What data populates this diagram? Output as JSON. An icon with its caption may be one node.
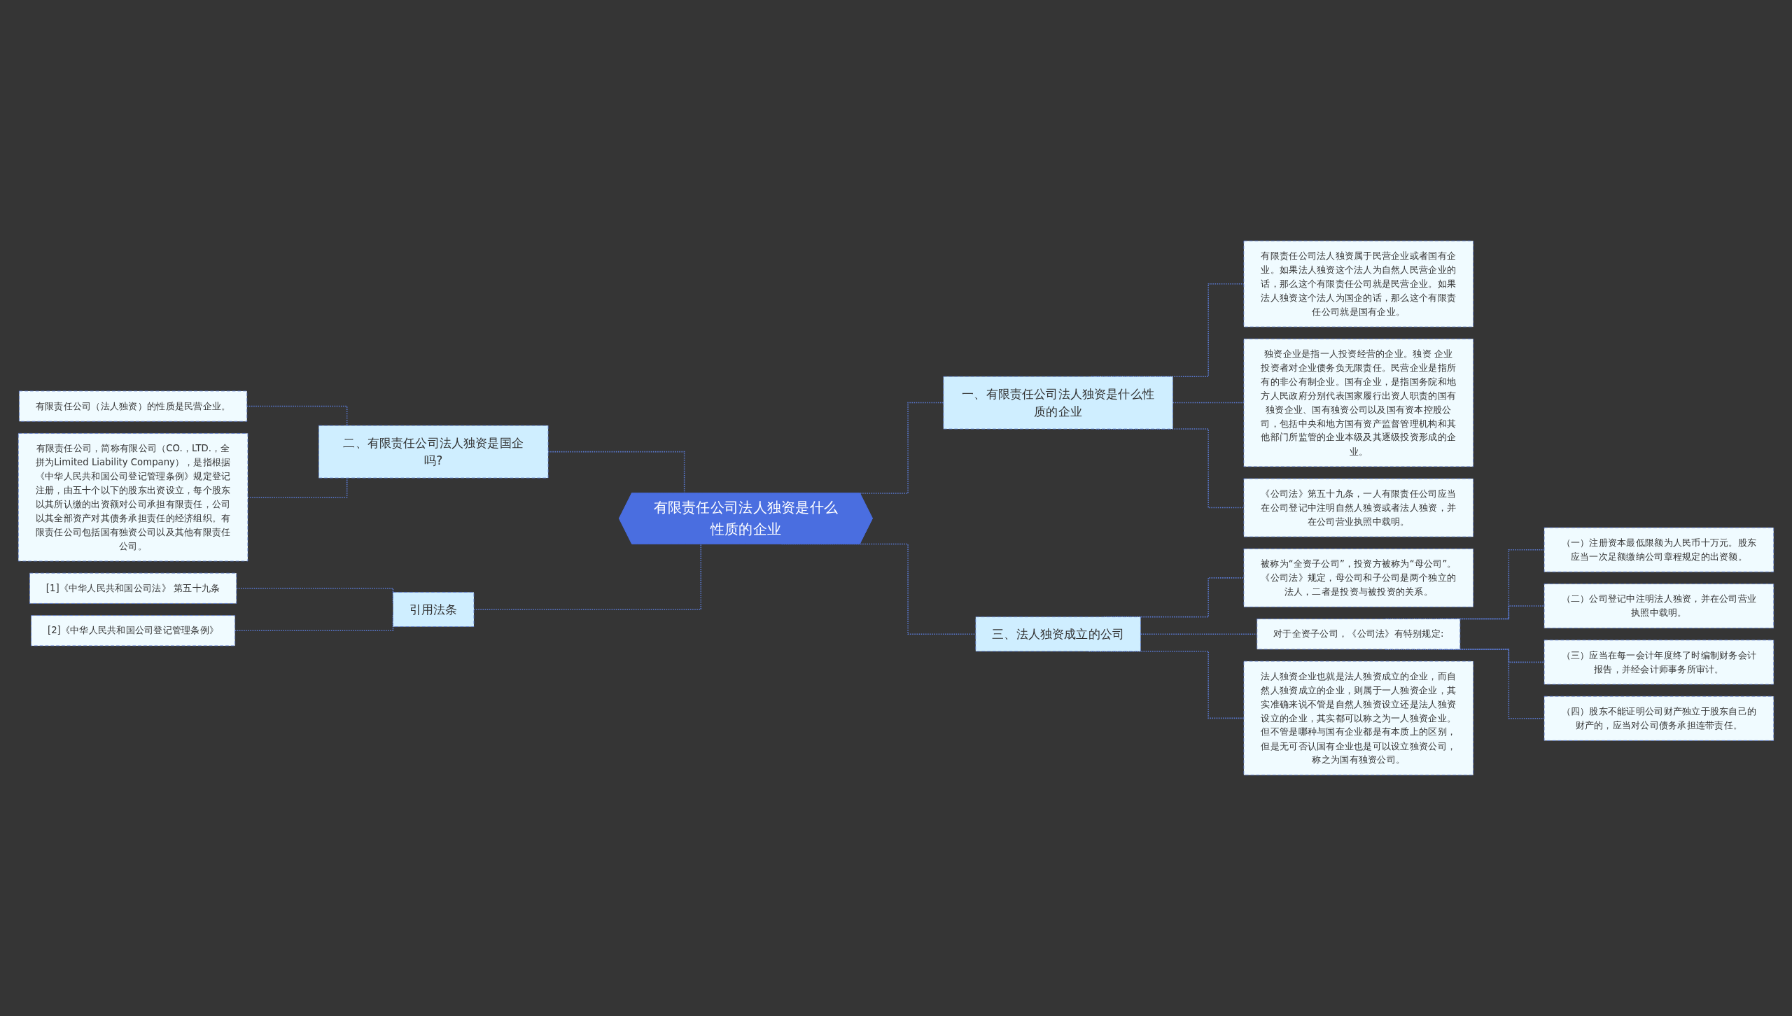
{
  "diagram": {
    "nodes": [
      {
        "text": [
          "有限责任公司法人独资是什么性质的企业"
        ]
      },
      {
        "text": [
          "一、有限责任公司法人独资是什么性质的企业"
        ]
      },
      {
        "text": [
          "有限责任公司法人独资属于民营企业或者国有企业。如果法人独资这个法人为自然人民营企业的话，那么这个有限责任公司就是民营企业。如果法人独资这个法人为国企的话，那么这个有限责任公司就是国有企业。"
        ]
      },
      {
        "text": [
          "独资企业是指一人投资经营的企业。独资 企业投资者对企业债务负无限责任。民营企业是指所有的非公有制企业。国有企业，是指国务院和地方人民政府分别代表国家履行出资人职责的国有独资企业、国有独资公司以及国有资本控股公司，包括中央和地方国有资产监督管理机构和其他部门所监管的企业本级及其逐级投资形成的企业。"
        ]
      },
      {
        "text": [
          "《公司法》第五十九条，一人有限责任公司应当在公司登记中注明自然人独资或者法人独资，并在公司营业执照中载明。"
        ]
      },
      {
        "text": [
          "二、有限责任公司法人独资是国企吗?"
        ]
      },
      {
        "text": [
          "有限责任公司（法人独资）的性质是民营企业。"
        ]
      },
      {
        "text": [
          "有限责任公司，简称有限公司（CO.，LTD.，全拼为Limited Liability Company），是指根据《中华人民共和国公司登记管理条例》规定登记注册，由五十个以下的股东出资设立，每个股东以其所认缴的出资额对公司承担有限责任，公司以其全部资产对其债务承担责任的经济组织。有限责任公司包括国有独资公司以及其他有限责任公司。"
        ]
      },
      {
        "text": [
          "三、法人独资成立的公司"
        ]
      },
      {
        "text": [
          "被称为“全资子公司”，投资方被称为“母公司”。《公司法》规定，母公司和子公司是两个独立的法人，二者是投资与被投资的关系。"
        ]
      },
      {
        "text": [
          "对于全资子公司，《公司法》有特别规定:"
        ]
      },
      {
        "text": [
          "（一）注册资本最低限额为人民币十万元。股东应当一次足额缴纳公司章程规定的出资额。"
        ]
      },
      {
        "text": [
          "（二）公司登记中注明法人独资，并在公司营业执照中载明。"
        ]
      },
      {
        "text": [
          "（三）应当在每一会计年度终了时编制财务会计报告，并经会计师事务所审计。"
        ]
      },
      {
        "text": [
          "（四）股东不能证明公司财产独立于股东自己的财产的，应当对公司债务承担连带责任。"
        ]
      },
      {
        "text": [
          "法人独资企业也就是法人独资成立的企业，而自然人独资成立的企业，则属于一人独资企业，其实准确来说不管是自然人独资设立还是法人独资设立的企业，其实都可以称之为一人独资企业。但不管是哪种与国有企业都是有本质上的区别，但是无可否认国有企业也是可以设立独资公司，称之为国有独资公司。"
        ]
      },
      {
        "text": [
          "引用法条"
        ]
      },
      {
        "text": [
          "[1]《中华人民共和国公司法》 第五十九条"
        ]
      },
      {
        "text": [
          "[2]《中华人民共和国公司登记管理条例》"
        ]
      }
    ],
    "edges": [
      {
        "from": 0,
        "to": 1,
        "arrow": "none",
        "style": "dashed"
      },
      {
        "from": 1,
        "to": 2,
        "arrow": "none",
        "style": "dashed"
      },
      {
        "from": 1,
        "to": 3,
        "arrow": "none",
        "style": "dashed"
      },
      {
        "from": 1,
        "to": 4,
        "arrow": "none",
        "style": "dashed"
      },
      {
        "from": 0,
        "to": 5,
        "arrow": "none",
        "style": "dashed"
      },
      {
        "from": 5,
        "to": 6,
        "arrow": "none",
        "style": "dashed"
      },
      {
        "from": 5,
        "to": 7,
        "arrow": "none",
        "style": "dashed"
      },
      {
        "from": 0,
        "to": 8,
        "arrow": "none",
        "style": "dashed"
      },
      {
        "from": 8,
        "to": 9,
        "arrow": "none",
        "style": "dashed"
      },
      {
        "from": 8,
        "to": 10,
        "arrow": "none",
        "style": "dashed"
      },
      {
        "from": 10,
        "to": 11,
        "arrow": "none",
        "style": "dashed"
      },
      {
        "from": 10,
        "to": 12,
        "arrow": "none",
        "style": "dashed"
      },
      {
        "from": 10,
        "to": 13,
        "arrow": "none",
        "style": "dashed"
      },
      {
        "from": 10,
        "to": 14,
        "arrow": "none",
        "style": "dashed"
      },
      {
        "from": 8,
        "to": 15,
        "arrow": "none",
        "style": "dashed"
      },
      {
        "from": 0,
        "to": 16,
        "arrow": "none",
        "style": "dashed"
      },
      {
        "from": 16,
        "to": 17,
        "arrow": "none",
        "style": "dashed"
      },
      {
        "from": 16,
        "to": 18,
        "arrow": "none",
        "style": "dashed"
      }
    ]
  }
}
